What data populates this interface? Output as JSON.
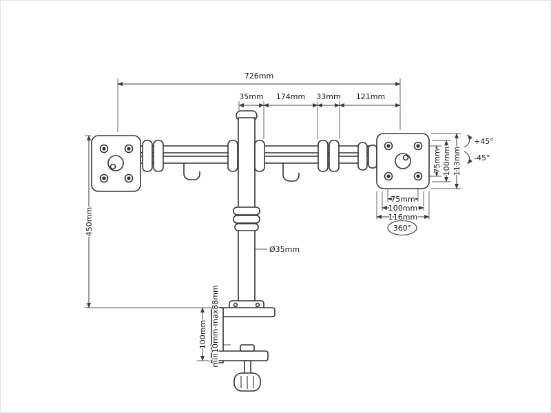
{
  "diagram": {
    "type": "technical-dimension-drawing",
    "subject": "dual-monitor desk mount arm with clamp",
    "colors": {
      "line": "#333333",
      "dimension": "#3c3c3c",
      "text": "#141414",
      "background": "#ffffff"
    },
    "dimensions": {
      "overall_width": "726mm",
      "pole_width": "35mm",
      "arm_inner_segment": "174mm",
      "joint_width": "33mm",
      "arm_outer_segment": "121mm",
      "pole_height": "450mm",
      "vesa_vertical_75": "75mm",
      "vesa_vertical_100": "100mm",
      "plate_height": "113mm",
      "vesa_horizontal_75": "75mm",
      "vesa_horizontal_100": "100mm",
      "plate_width": "116mm",
      "pole_diameter": "Ø35mm",
      "clamp_height": "100mm",
      "clamp_range": "min10mm-max88mm"
    },
    "angles": {
      "tilt_up": "+45°",
      "tilt_down": "-45°",
      "swivel": "360°"
    }
  }
}
